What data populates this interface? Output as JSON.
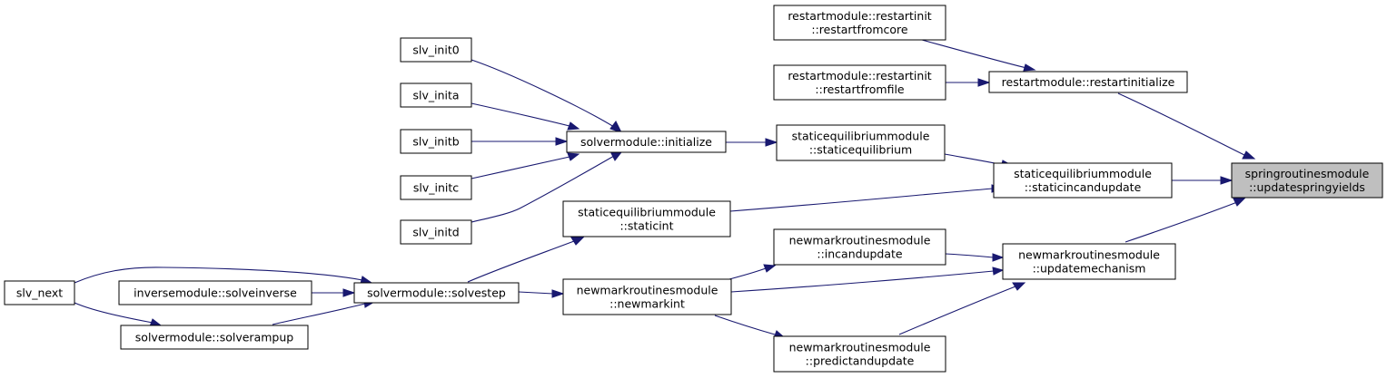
{
  "colors": {
    "edge": "#191970",
    "root_fill": "#bfbfbf",
    "node_fill": "#ffffff"
  },
  "nodes": {
    "springroutinesmodule_updatespringyields": [
      "springroutinesmodule",
      "::updatespringyields"
    ],
    "restartmodule_restartinitialize": [
      "restartmodule::restartinitialize"
    ],
    "staticequilibriummodule_staticincandupdate": [
      "staticequilibriummodule",
      "::staticincandupdate"
    ],
    "newmarkroutinesmodule_updatemechanism": [
      "newmarkroutinesmodule",
      "::updatemechanism"
    ],
    "restartmodule_restartinit_restartfromcore": [
      "restartmodule::restartinit",
      "::restartfromcore"
    ],
    "restartmodule_restartinit_restartfromfile": [
      "restartmodule::restartinit",
      "::restartfromfile"
    ],
    "staticequilibriummodule_staticequilibrium": [
      "staticequilibriummodule",
      "::staticequilibrium"
    ],
    "staticequilibriummodule_staticint": [
      "staticequilibriummodule",
      "::staticint"
    ],
    "newmarkroutinesmodule_incandupdate": [
      "newmarkroutinesmodule",
      "::incandupdate"
    ],
    "newmarkroutinesmodule_newmarkint": [
      "newmarkroutinesmodule",
      "::newmarkint"
    ],
    "newmarkroutinesmodule_predictandupdate": [
      "newmarkroutinesmodule",
      "::predictandupdate"
    ],
    "solvermodule_initialize": [
      "solvermodule::initialize"
    ],
    "solvermodule_solvestep": [
      "solvermodule::solvestep"
    ],
    "slv_init0": [
      "slv_init0"
    ],
    "slv_inita": [
      "slv_inita"
    ],
    "slv_initb": [
      "slv_initb"
    ],
    "slv_initc": [
      "slv_initc"
    ],
    "slv_initd": [
      "slv_initd"
    ],
    "inversemodule_solveinverse": [
      "inversemodule::solveinverse"
    ],
    "solvermodule_solverampup": [
      "solvermodule::solverampup"
    ],
    "slv_next": [
      "slv_next"
    ]
  },
  "edges": [
    [
      "restartmodule_restartinitialize",
      "springroutinesmodule_updatespringyields"
    ],
    [
      "staticequilibriummodule_staticincandupdate",
      "springroutinesmodule_updatespringyields"
    ],
    [
      "newmarkroutinesmodule_updatemechanism",
      "springroutinesmodule_updatespringyields"
    ],
    [
      "restartmodule_restartinit_restartfromcore",
      "restartmodule_restartinitialize"
    ],
    [
      "restartmodule_restartinit_restartfromfile",
      "restartmodule_restartinitialize"
    ],
    [
      "staticequilibriummodule_staticequilibrium",
      "staticequilibriummodule_staticincandupdate"
    ],
    [
      "staticequilibriummodule_staticint",
      "staticequilibriummodule_staticincandupdate"
    ],
    [
      "newmarkroutinesmodule_incandupdate",
      "newmarkroutinesmodule_updatemechanism"
    ],
    [
      "newmarkroutinesmodule_newmarkint",
      "newmarkroutinesmodule_updatemechanism"
    ],
    [
      "newmarkroutinesmodule_predictandupdate",
      "newmarkroutinesmodule_updatemechanism"
    ],
    [
      "solvermodule_initialize",
      "staticequilibriummodule_staticequilibrium"
    ],
    [
      "solvermodule_solvestep",
      "staticequilibriummodule_staticint"
    ],
    [
      "solvermodule_solvestep",
      "newmarkroutinesmodule_newmarkint"
    ],
    [
      "newmarkroutinesmodule_newmarkint",
      "newmarkroutinesmodule_incandupdate"
    ],
    [
      "newmarkroutinesmodule_newmarkint",
      "newmarkroutinesmodule_predictandupdate"
    ],
    [
      "slv_init0",
      "solvermodule_initialize"
    ],
    [
      "slv_inita",
      "solvermodule_initialize"
    ],
    [
      "slv_initb",
      "solvermodule_initialize"
    ],
    [
      "slv_initc",
      "solvermodule_initialize"
    ],
    [
      "slv_initd",
      "solvermodule_initialize"
    ],
    [
      "inversemodule_solveinverse",
      "solvermodule_solvestep"
    ],
    [
      "solvermodule_solverampup",
      "solvermodule_solvestep"
    ],
    [
      "slv_next",
      "solvermodule_solvestep"
    ],
    [
      "slv_next",
      "solvermodule_solverampup"
    ]
  ]
}
